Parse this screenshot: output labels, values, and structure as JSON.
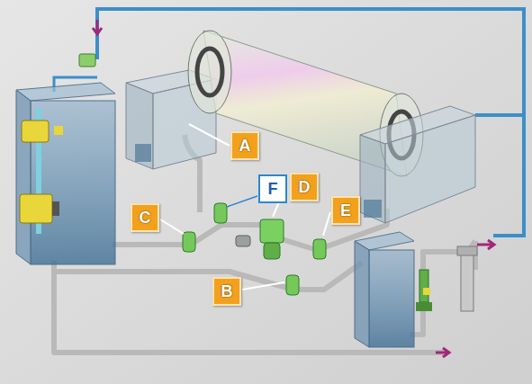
{
  "diagram": {
    "nodes": [
      {
        "text": [
          "A"
        ]
      },
      {
        "text": [
          "F"
        ]
      },
      {
        "text": [
          "D"
        ]
      },
      {
        "text": [
          "E"
        ]
      },
      {
        "text": [
          "C"
        ]
      },
      {
        "text": [
          "B"
        ]
      }
    ]
  }
}
